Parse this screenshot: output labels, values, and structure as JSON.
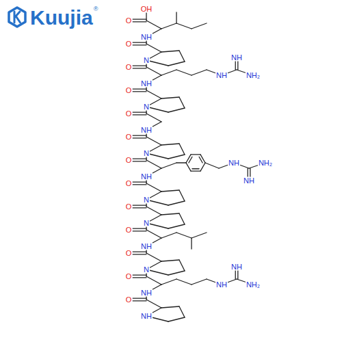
{
  "diagram": {
    "labels": [
      "Kuujia",
      "®",
      "OH",
      "O",
      "NH",
      "O",
      "N",
      "O",
      "NH",
      "NH₂",
      "NH",
      "NH",
      "O",
      "N",
      "O",
      "NH",
      "O",
      "N",
      "O",
      "NH",
      "NH₂",
      "NH",
      "NH",
      "O",
      "N",
      "O",
      "N",
      "O",
      "NH",
      "O",
      "N",
      "O",
      "NH",
      "NH₂",
      "NH",
      "NH",
      "O",
      "NH"
    ]
  }
}
